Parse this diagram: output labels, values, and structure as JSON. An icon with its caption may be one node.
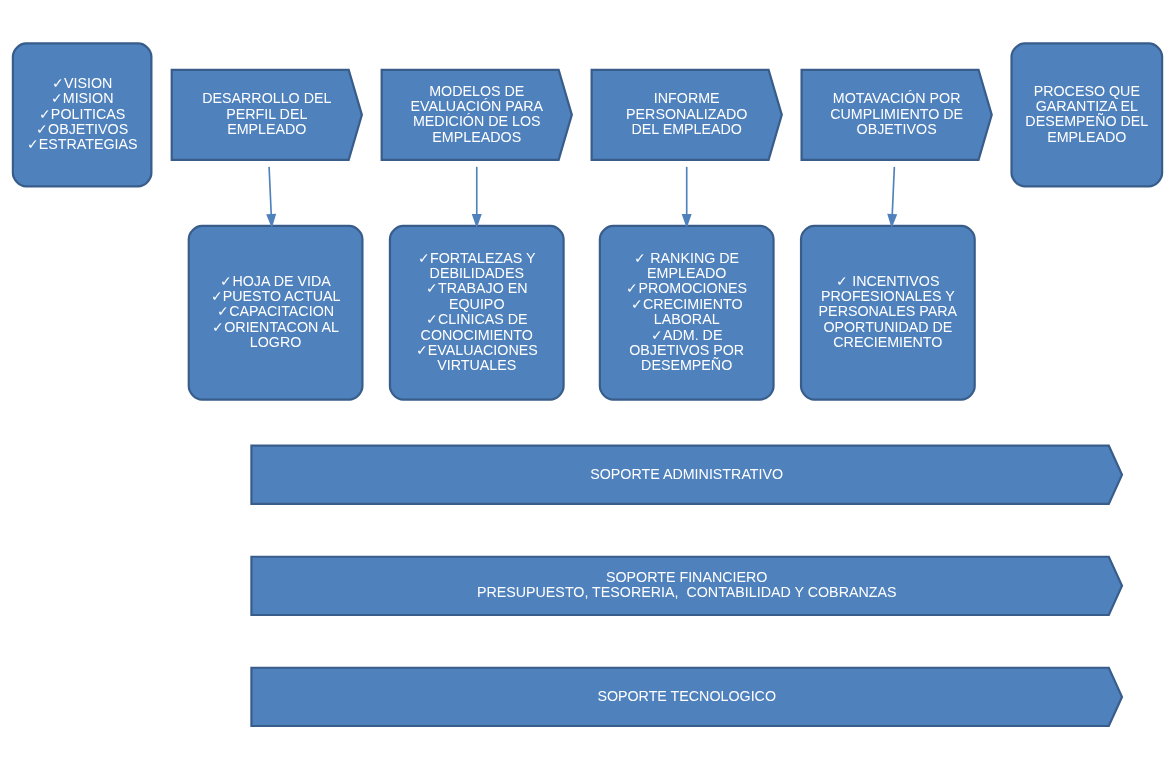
{
  "diagram": {
    "nodes": [
      {
        "text": [
          "✓VISION",
          "✓MISION",
          "✓POLITICAS",
          "✓OBJETIVOS",
          "✓ESTRATEGIAS"
        ]
      },
      {
        "text": [
          "DESARROLLO DEL PERFIL DEL EMPLEADO"
        ]
      },
      {
        "text": [
          "MODELOS DE EVALUACIÓN PARA MEDICIÓN DE LOS EMPLEADOS"
        ]
      },
      {
        "text": [
          "INFORME PERSONALIZADO DEL EMPLEADO"
        ]
      },
      {
        "text": [
          "MOTAVACIÓN POR CUMPLIMIENTO DE OBJETIVOS"
        ]
      },
      {
        "text": [
          "PROCESO QUE GARANTIZA EL DESEMPEÑO DEL EMPLEADO"
        ]
      },
      {
        "text": [
          "✓HOJA DE VIDA",
          "✓PUESTO ACTUAL",
          "✓CAPACITACION",
          "✓ORIENTACON AL LOGRO"
        ]
      },
      {
        "text": [
          "✓FORTALEZAS Y DEBILIDADES",
          "✓TRABAJO EN EQUIPO",
          "✓CLINICAS DE CONOCIMIENTO",
          "✓EVALUACIONES VIRTUALES"
        ]
      },
      {
        "text": [
          "✓ RANKING DE EMPLEADO",
          "✓PROMOCIONES",
          "✓CRECIMIENTO LABORAL",
          "✓ADM. DE OBJETIVOS POR DESEMPEÑO"
        ]
      },
      {
        "text": [
          "✓ INCENTIVOS PROFESIONALES Y PERSONALES PARA OPORTUNIDAD DE CRECIEMIENTO"
        ]
      },
      {
        "text": [
          "SOPORTE ADMINISTRATIVO"
        ]
      },
      {
        "text": [
          "SOPORTE FINANCIERO",
          "PRESUPUESTO, TESORERIA,  CONTABILIDAD Y COBRANZAS"
        ]
      },
      {
        "text": [
          "SOPORTE TECNOLOGICO"
        ]
      }
    ],
    "edges": [
      {
        "from": 1,
        "to": 6,
        "arrow": "to"
      },
      {
        "from": 2,
        "to": 7,
        "arrow": "to"
      },
      {
        "from": 3,
        "to": 8,
        "arrow": "to"
      },
      {
        "from": 4,
        "to": 9,
        "arrow": "to"
      }
    ]
  }
}
